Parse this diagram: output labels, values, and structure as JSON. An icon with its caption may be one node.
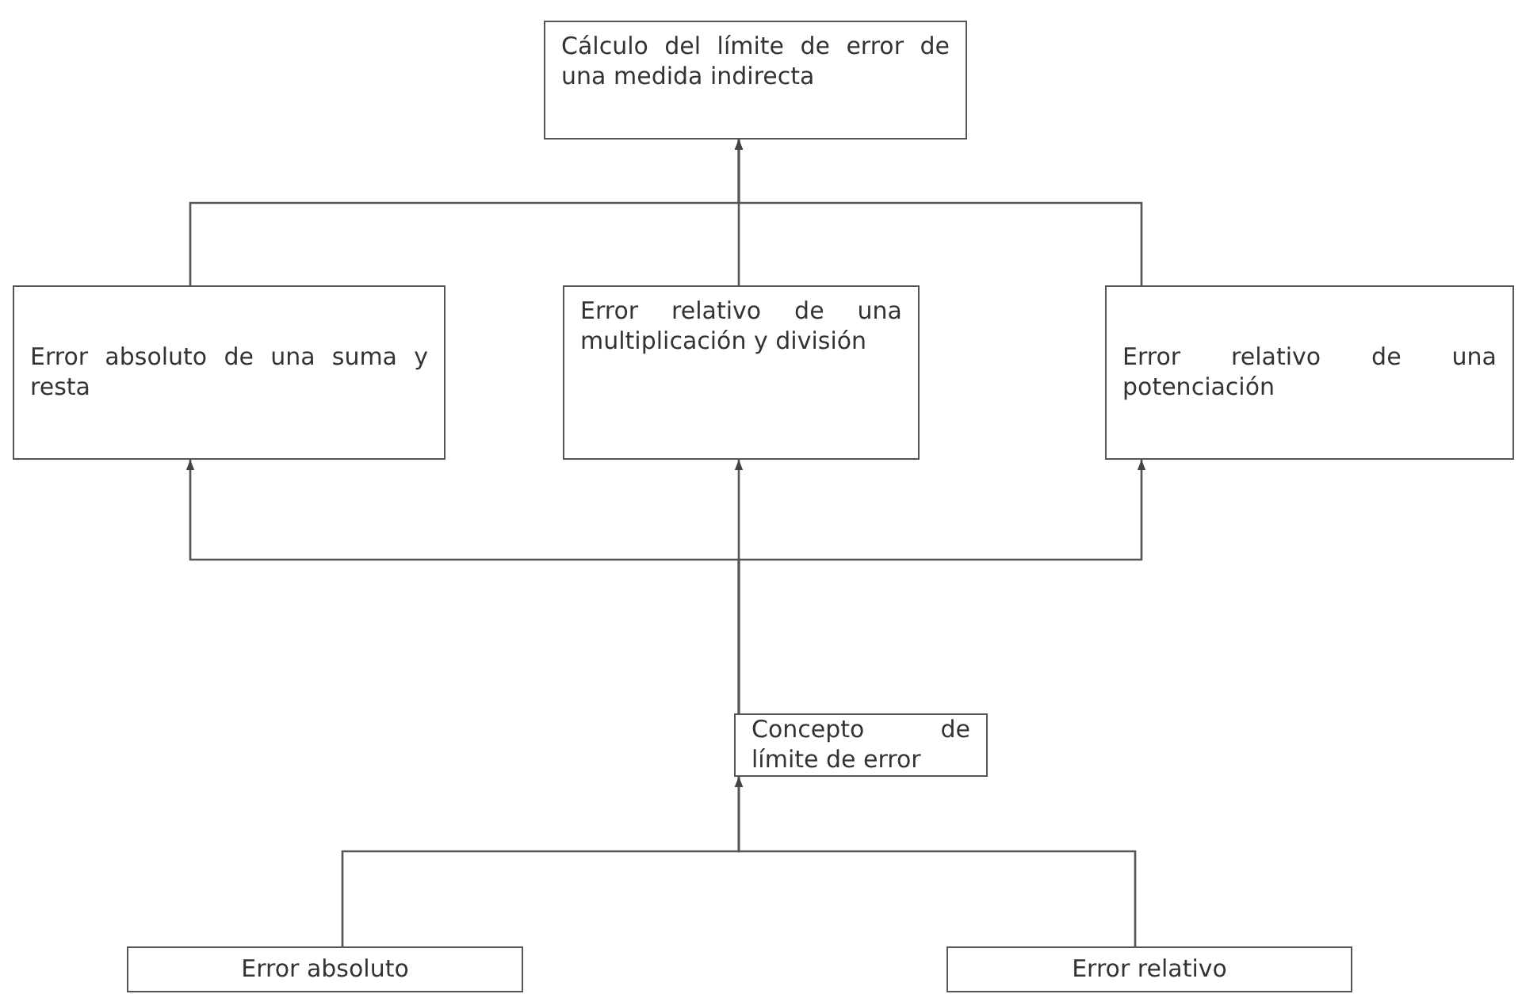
{
  "diagram": {
    "nodes": [
      {
        "text": [
          "Cálculo del límite de error de una medida indirecta"
        ]
      },
      {
        "text": [
          "Error absoluto de una suma y resta"
        ]
      },
      {
        "text": [
          "Error relativo de una multiplicación y división"
        ]
      },
      {
        "text": [
          "Error relativo de una potenciación"
        ]
      },
      {
        "text": [
          "Concepto de límite de error"
        ]
      },
      {
        "text": [
          "Error absoluto"
        ]
      },
      {
        "text": [
          "Error relativo"
        ]
      }
    ],
    "edges": [
      {
        "from": 1,
        "to": 0,
        "arrow": "to"
      },
      {
        "from": 2,
        "to": 0,
        "arrow": "to"
      },
      {
        "from": 3,
        "to": 0,
        "arrow": "to"
      },
      {
        "from": 4,
        "to": 1,
        "arrow": "to"
      },
      {
        "from": 4,
        "to": 2,
        "arrow": "to"
      },
      {
        "from": 4,
        "to": 3,
        "arrow": "to"
      },
      {
        "from": 5,
        "to": 4,
        "arrow": "to"
      },
      {
        "from": 6,
        "to": 4,
        "arrow": "to"
      }
    ]
  }
}
